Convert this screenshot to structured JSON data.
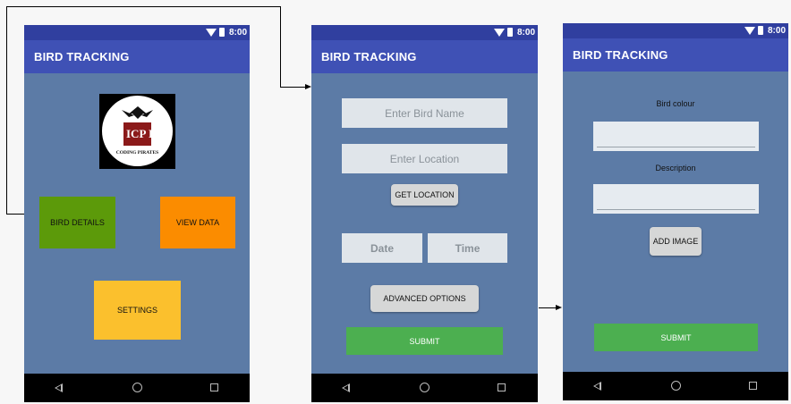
{
  "status": {
    "time": "8:00"
  },
  "screen1": {
    "title": "BIRD TRACKING",
    "logo": {
      "text": "ICP IT",
      "caption": "CODING PIRATES"
    },
    "buttons": {
      "bird_details": "BIRD DETAILS",
      "view_data": "VIEW DATA",
      "settings": "SETTINGS"
    },
    "colors": {
      "bird_details": "#5c9a0a",
      "view_data": "#fb8c00",
      "settings": "#fbc02d"
    }
  },
  "screen2": {
    "title": "BIRD TRACKING",
    "bird_name_placeholder": "Enter Bird Name",
    "location_placeholder": "Enter Location",
    "get_location": "GET LOCATION",
    "date_placeholder": "Date",
    "time_placeholder": "Time",
    "advanced_options": "ADVANCED OPTIONS",
    "submit": "SUBMIT"
  },
  "screen3": {
    "title": "BIRD TRACKING",
    "bird_colour_label": "Bird colour",
    "description_label": "Description",
    "add_image": "ADD IMAGE",
    "submit": "SUBMIT"
  }
}
